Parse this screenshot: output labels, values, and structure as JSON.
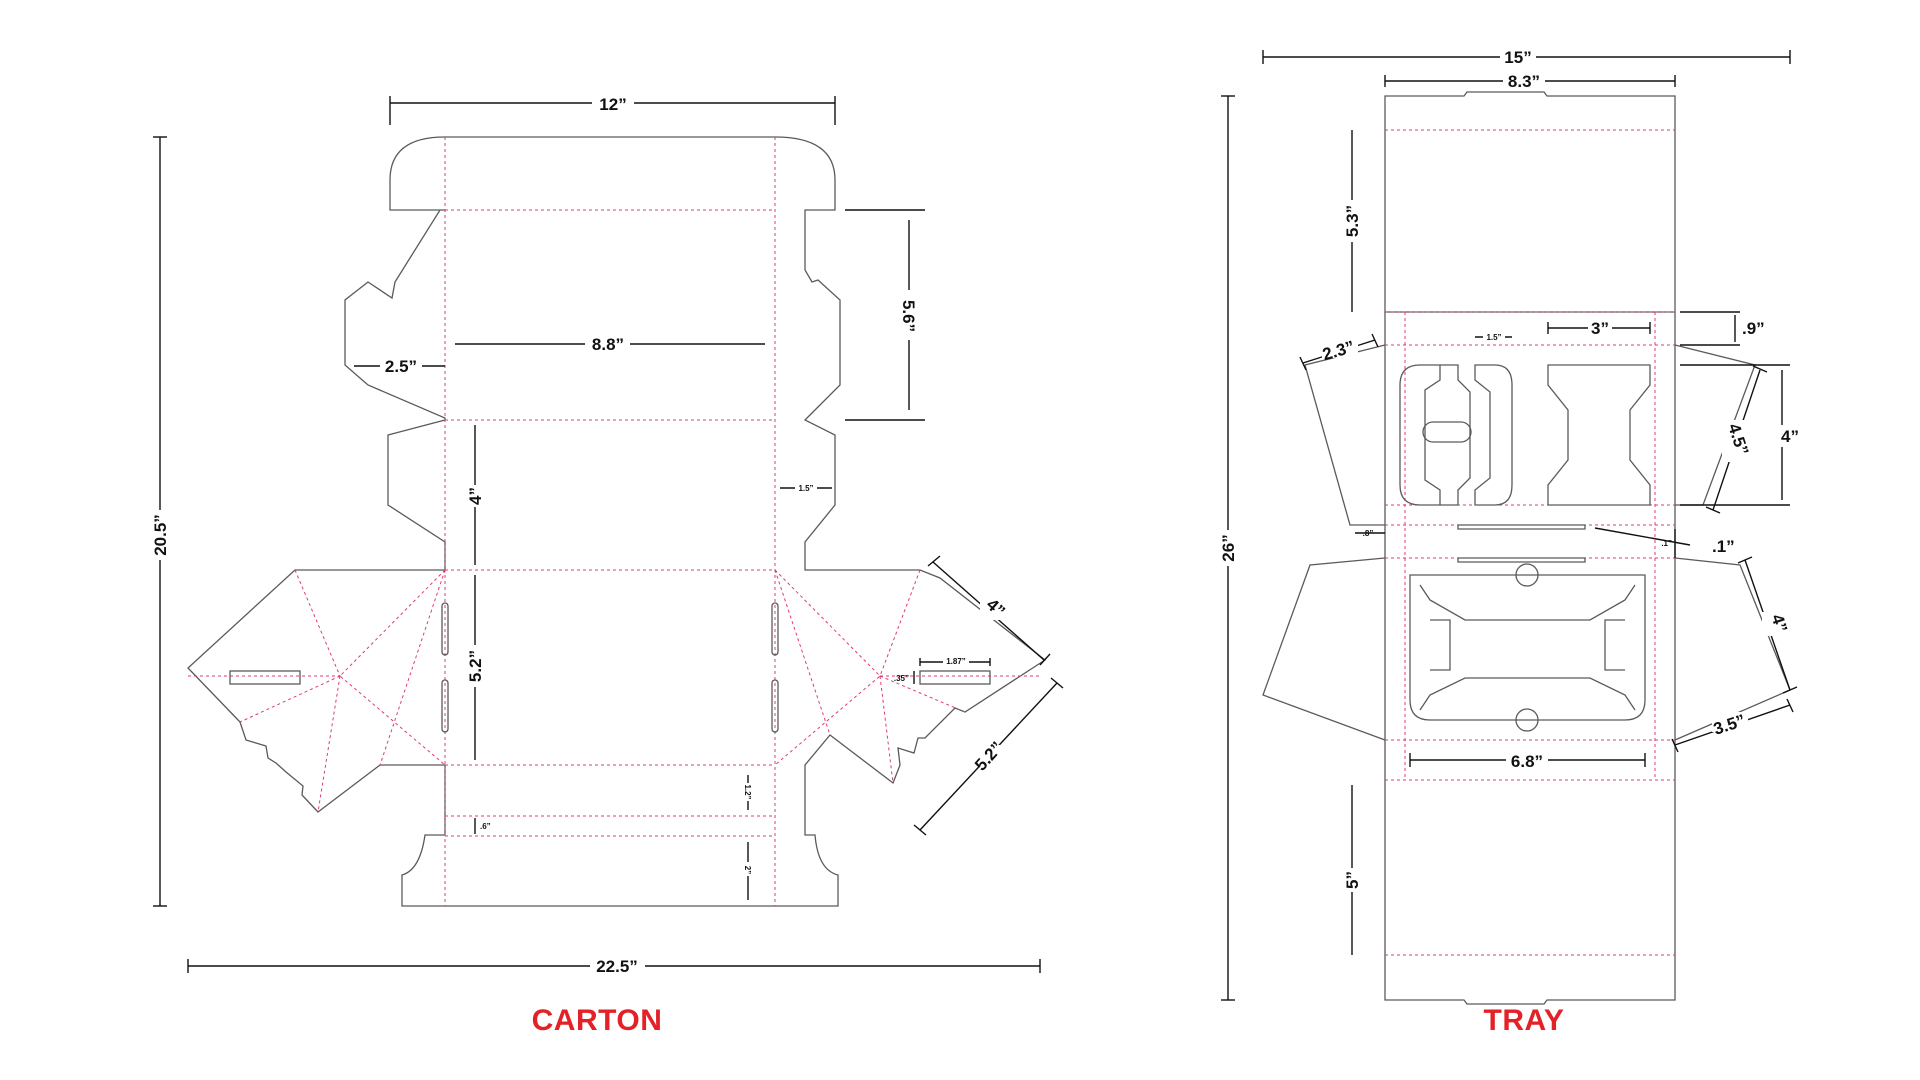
{
  "captions": {
    "carton": "CARTON",
    "tray": "TRAY"
  },
  "carton_dims": {
    "width_top": "12”",
    "overall_width": "22.5”",
    "overall_height": "20.5”",
    "flap_depth": "2.5”",
    "inner_width": "8.8”",
    "flap_height": "5.6”",
    "panel_4": "4”",
    "panel_52": "5.2”",
    "slot_offset": "1.5”",
    "side_4": "4”",
    "side_52": "5.2”",
    "slot_len": "1.87”",
    "slot_h": ".35”",
    "strip_12": "1.2”",
    "strip_6": ".6”",
    "tuck_2": "2”"
  },
  "tray_dims": {
    "overall_width": "15”",
    "top_width": "8.3”",
    "overall_height": "26”",
    "top_panel": "5.3”",
    "gap_9": ".9”",
    "cut_3": "3”",
    "cut_15": "1.5”",
    "wing_23": "2.3”",
    "wing_45": "4.5”",
    "height_4": "4”",
    "gap_1": ".1”",
    "small_8": ".8”",
    "small_1": ".1”",
    "side_4": "4”",
    "side_35": "3.5”",
    "window_68": "6.8”",
    "bottom_5": "5”"
  },
  "colors": {
    "cut": "#5a5a5a",
    "crease": "#e0397a",
    "dimension": "#111111",
    "caption": "#e32228"
  }
}
